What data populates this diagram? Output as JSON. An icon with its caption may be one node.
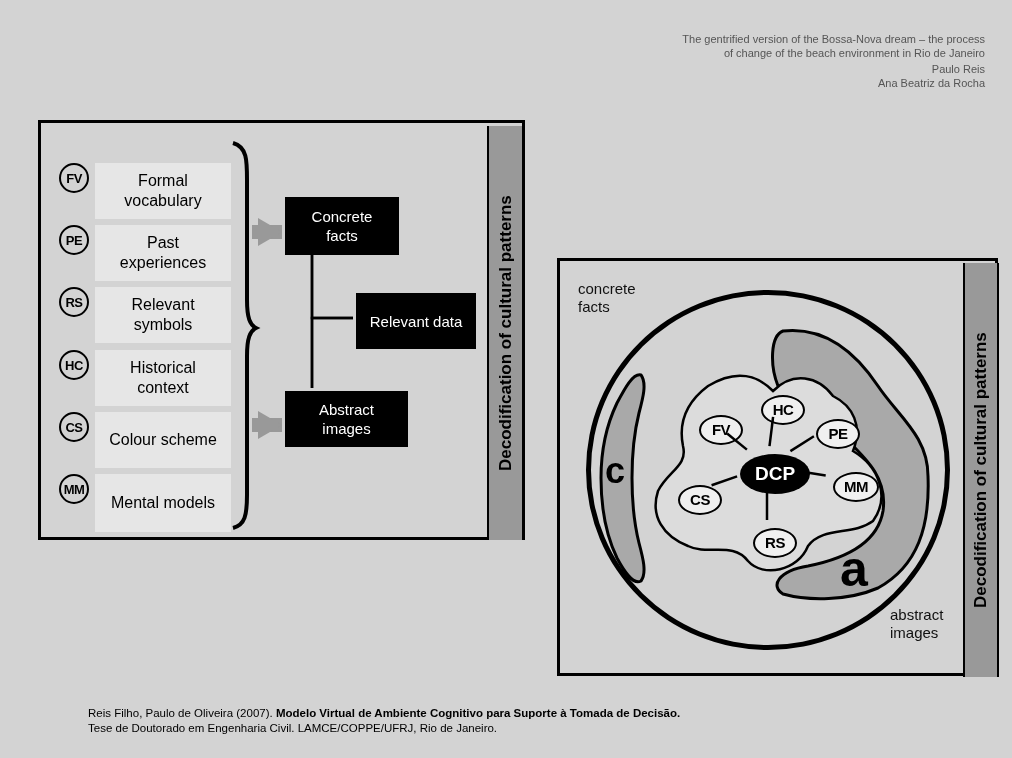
{
  "diagram": {
    "caption": "Reis Filho, Paulo de Oliveira (2007). **Modelo Virtual de Ambiente Cognitivo para Suporte à Tomada de Decisão.** Tese de Doutorado em Engenharia Civil. LAMCE/COPPE/UFRJ, Rio de Janeiro.",
    "nodes": [
      {
        "text": [],
        "shape": "box"
      },
      {
        "text": [
          "FV"
        ],
        "in": 0
      },
      {
        "text": [
          "Formal vocabulary"
        ],
        "in": 0
      },
      {
        "text": [
          "PE"
        ],
        "in": 0
      },
      {
        "text": [
          "Past experiences"
        ],
        "in": 0
      },
      {
        "text": [
          "RS"
        ],
        "in": 0
      },
      {
        "text": [
          "Relevant symbols"
        ],
        "in": 0
      },
      {
        "text": [
          "HC"
        ],
        "in": 0
      },
      {
        "text": [
          "Historical context"
        ],
        "in": 0
      },
      {
        "text": [
          "CS"
        ],
        "in": 0
      },
      {
        "text": [
          "Colour scheme"
        ],
        "in": 0
      },
      {
        "text": [
          "MM"
        ],
        "in": 0
      },
      {
        "text": [
          "Mental models"
        ],
        "in": 0
      },
      {
        "text": [
          "Concrete facts"
        ],
        "in": 0
      },
      {
        "text": [
          "Relevant data"
        ],
        "in": 0
      },
      {
        "text": [
          "Abstract images"
        ],
        "in": 0
      },
      {
        "text": [
          "Decodification of cultural patterns"
        ],
        "in": 0
      },
      {
        "text": [],
        "shape": "box"
      },
      {
        "text": [],
        "shape": "circle",
        "in": 17
      },
      {
        "text": [
          "c"
        ],
        "in": 18
      },
      {
        "text": [
          "a"
        ],
        "in": 18
      },
      {
        "text": [],
        "shape": "cloud",
        "in": 18
      },
      {
        "text": [
          "FV"
        ],
        "in": 21
      },
      {
        "text": [
          "HC"
        ],
        "in": 21
      },
      {
        "text": [
          "PE"
        ],
        "in": 21
      },
      {
        "text": [
          "MM"
        ],
        "in": 21
      },
      {
        "text": [
          "RS"
        ],
        "in": 21
      },
      {
        "text": [
          "CS"
        ],
        "in": 21
      },
      {
        "text": [
          "DCP"
        ],
        "in": 21
      },
      {
        "text": [
          "Decodification of cultural patterns"
        ],
        "in": 17
      }
    ],
    "edges": [
      {
        "from": null,
        "to": 13,
        "arrow": "to",
        "style": "thick",
        "color": "#999999"
      },
      {
        "from": null,
        "to": 15,
        "arrow": "to",
        "style": "thick",
        "color": "#999999"
      },
      {
        "from": 13,
        "to": 15,
        "arrow": "none"
      },
      {
        "from": 14,
        "to": 13,
        "arrow": "none"
      },
      {
        "from": 14,
        "to": 15,
        "arrow": "none"
      },
      {
        "from": 28,
        "to": 22,
        "arrow": "none"
      },
      {
        "from": 28,
        "to": 23,
        "arrow": "none"
      },
      {
        "from": 28,
        "to": 24,
        "arrow": "none"
      },
      {
        "from": 28,
        "to": 25,
        "arrow": "none"
      },
      {
        "from": 28,
        "to": 26,
        "arrow": "none"
      },
      {
        "from": 28,
        "to": 27,
        "arrow": "none"
      }
    ],
    "labels": [
      "The gentrified version of the Bossa-Nova dream – the process of change of the beach environment in Rio de Janeiro",
      "Paulo Reis",
      "Ana Beatriz da Rocha",
      "concrete facts",
      "abstract images"
    ]
  }
}
